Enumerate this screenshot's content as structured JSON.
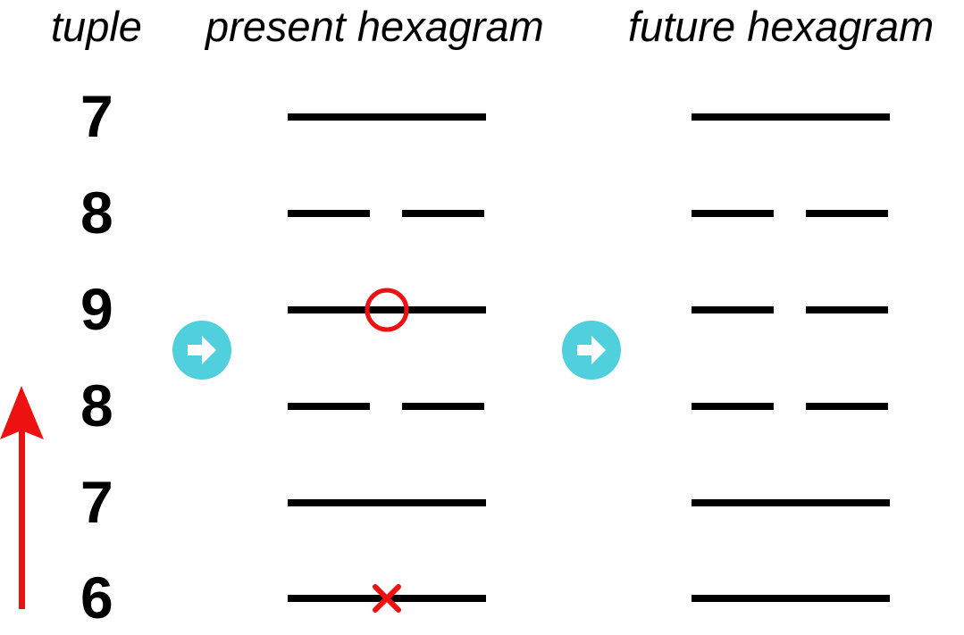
{
  "headers": {
    "tuple": "tuple",
    "present": "present hexagram",
    "future": "future hexagram"
  },
  "tuple": [
    "7",
    "8",
    "9",
    "8",
    "7",
    "6"
  ],
  "present_hexagram": [
    "yang",
    "yin",
    "yang-changing",
    "yin",
    "yang",
    "yin-changing"
  ],
  "future_hexagram": [
    "yang",
    "yin",
    "yin",
    "yin",
    "yang",
    "yang"
  ],
  "colors": {
    "lines": "#000000",
    "marker": "#ee1111",
    "arrow_circle": "#4fd0dc",
    "arrow_glyph": "#ffffff",
    "up_arrow": "#ee1111"
  },
  "icons": {
    "changing_yang_marker": "circle",
    "changing_yin_marker": "x-cross",
    "transition": "right-arrow-circle",
    "reading_direction": "up-arrow"
  }
}
